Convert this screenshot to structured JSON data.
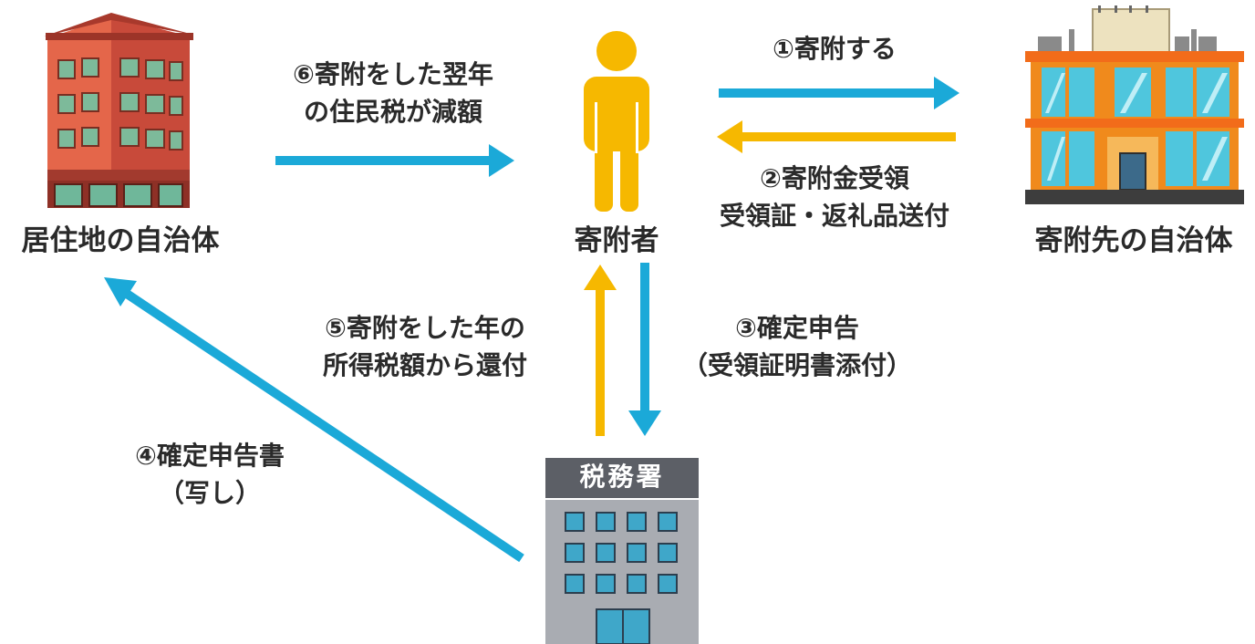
{
  "nodes": {
    "residence_municipality": "居住地の自治体",
    "donor": "寄附者",
    "donation_municipality": "寄附先の自治体",
    "tax_office": "税務署"
  },
  "flows": {
    "step1": {
      "lines": [
        "①寄附する"
      ],
      "color": "#1ba9d8"
    },
    "step2": {
      "lines": [
        "②寄附金受領",
        "受領証・返礼品送付"
      ],
      "color": "#f6b800"
    },
    "step3": {
      "lines": [
        "③確定申告",
        "（受領証明書添付）"
      ],
      "color": "#1ba9d8"
    },
    "step4": {
      "lines": [
        "④確定申告書",
        "（写し）"
      ],
      "color": "#1ba9d8"
    },
    "step5": {
      "lines": [
        "⑤寄附をした年の",
        "所得税額から還付"
      ],
      "color": "#f6b800"
    },
    "step6": {
      "lines": [
        "⑥寄附をした翌年",
        "の住民税が減額"
      ],
      "color": "#1ba9d8"
    }
  }
}
